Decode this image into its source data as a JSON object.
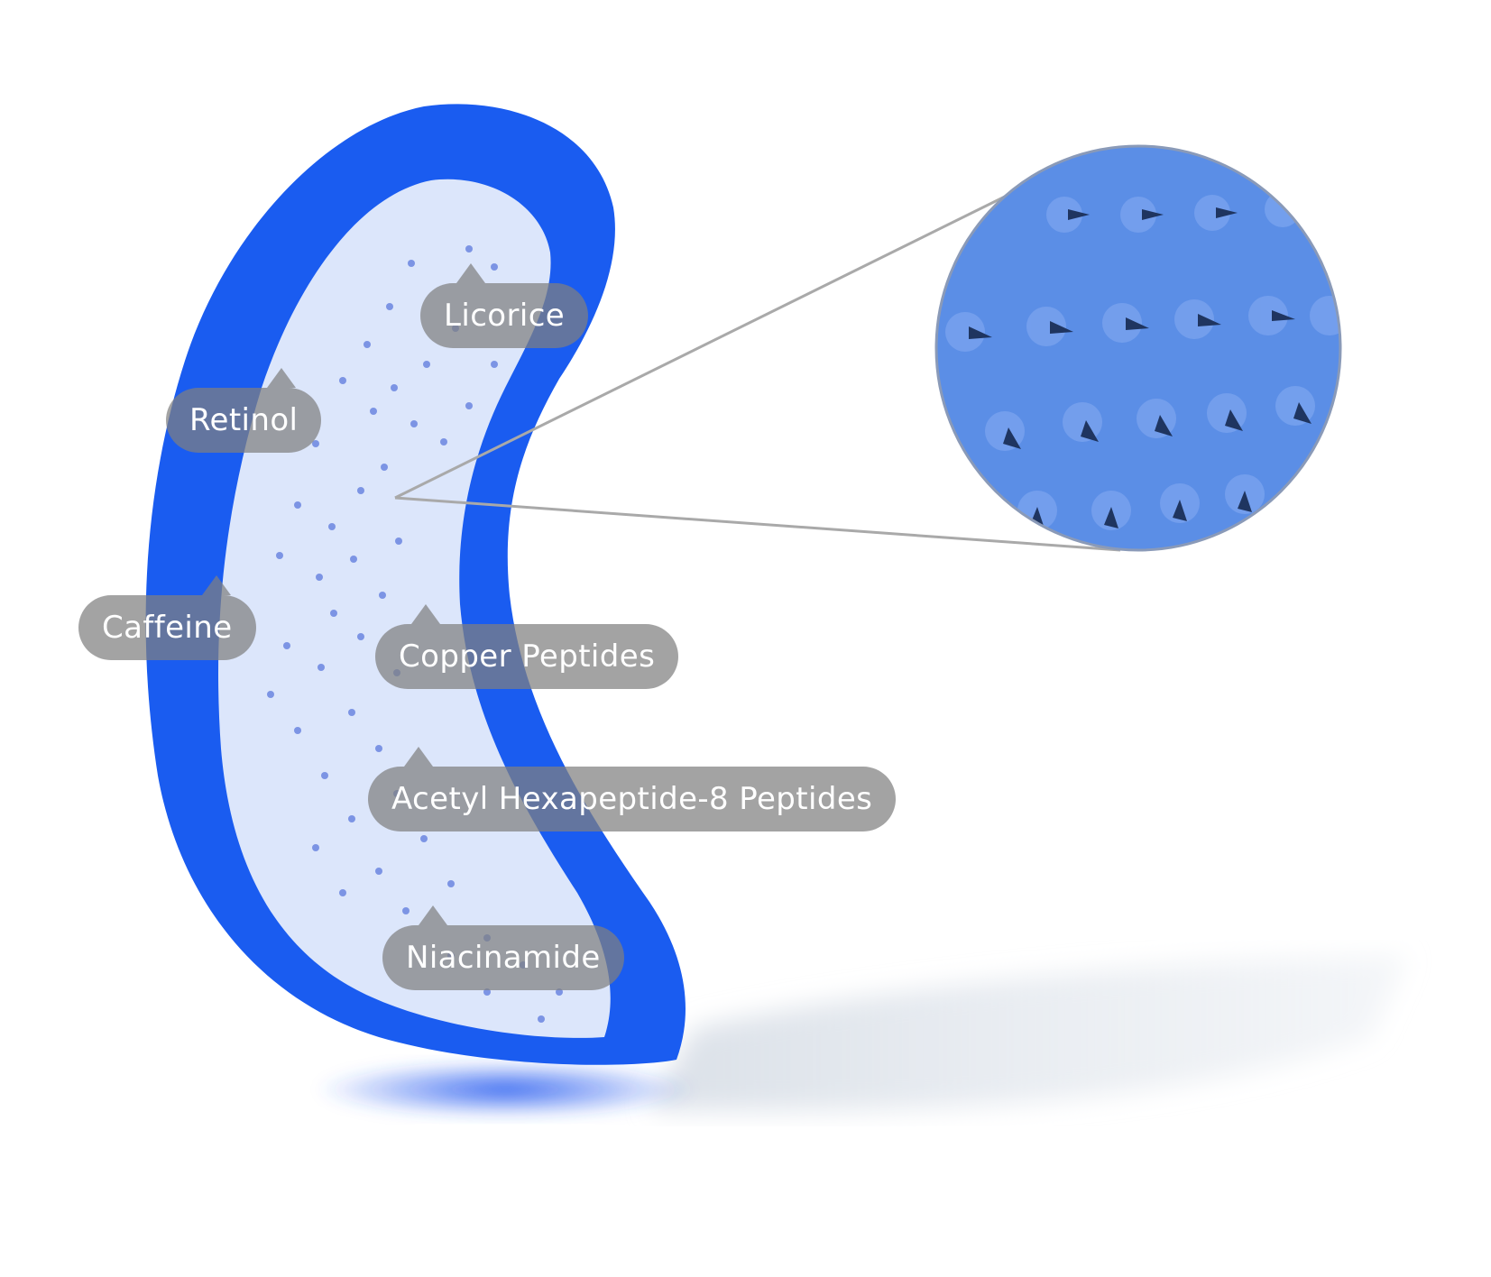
{
  "colors": {
    "background": "#ffffff",
    "patch_border": "#1a5cf0",
    "patch_inner": "#dce6fb",
    "microneedle_dot": "#6c86e0",
    "zoom_circle_fill": "#5b8ee6",
    "zoom_circle_border": "#8a9ab8",
    "callout_line": "#a9a9a9",
    "label_bg": "rgba(128,128,128,0.72)",
    "label_text": "#ffffff"
  },
  "labels": [
    {
      "id": "licorice",
      "text": "Licorice"
    },
    {
      "id": "retinol",
      "text": "Retinol"
    },
    {
      "id": "caffeine",
      "text": "Caffeine"
    },
    {
      "id": "copper-peptides",
      "text": "Copper Peptides"
    },
    {
      "id": "acetyl-hexapeptide",
      "text": "Acetyl Hexapeptide-8 Peptides"
    },
    {
      "id": "niacinamide",
      "text": "Niacinamide"
    }
  ],
  "zoom_view": {
    "description": "magnified microneedle array",
    "rows": 4
  }
}
